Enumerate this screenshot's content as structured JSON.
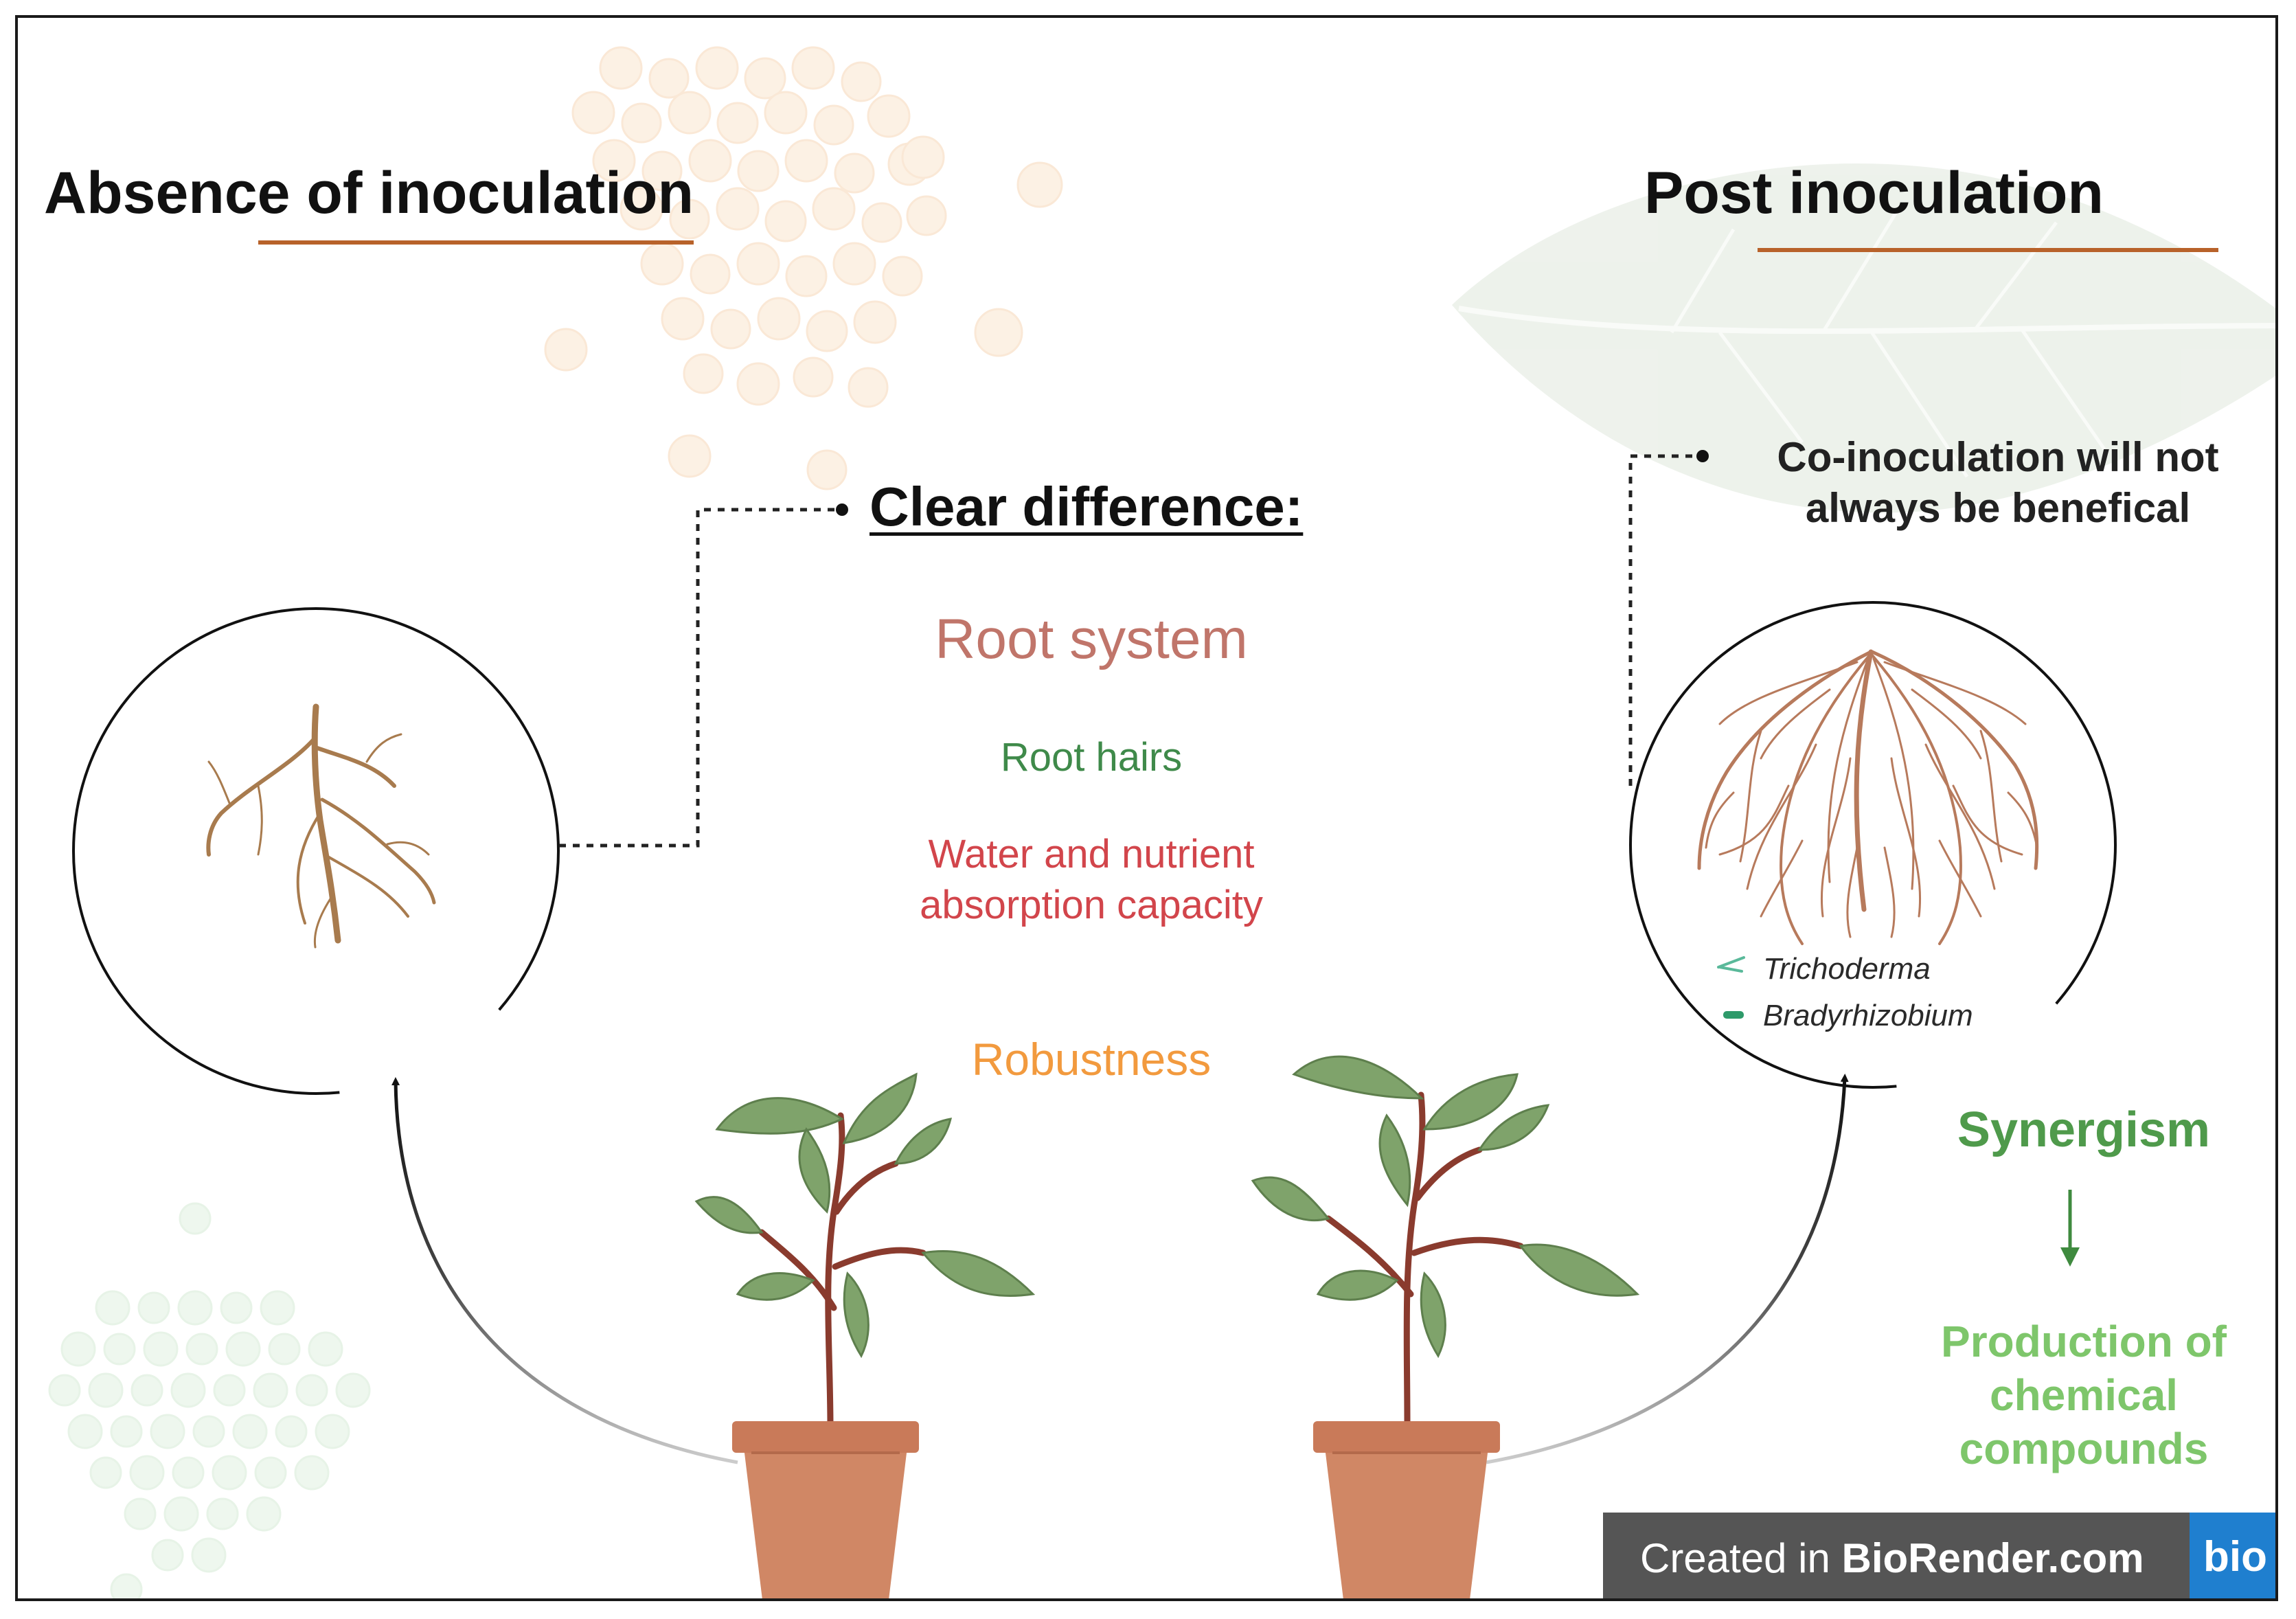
{
  "left_panel": {
    "title": "Absence of inoculation"
  },
  "right_panel": {
    "title": "Post inoculation",
    "note": "Co-inoculation will not always be benefical"
  },
  "differences": {
    "heading": "Clear difference:",
    "items": [
      {
        "label": "Root system",
        "color": "#c0756a"
      },
      {
        "label": "Root hairs",
        "color": "#3f8a4a"
      },
      {
        "label": "Water and nutrient absorption capacity",
        "color": "#d2454b"
      },
      {
        "label": "Robustness",
        "color": "#f29a3e"
      }
    ]
  },
  "legend": [
    {
      "label": "Trichoderma",
      "icon": "trichoderma-hypha-icon",
      "color": "#5ab99a"
    },
    {
      "label": "Bradyrhizobium",
      "icon": "bradyrhizobium-rod-icon",
      "color": "#2e9a6a"
    }
  ],
  "outcome": {
    "synergism": "Synergism",
    "production": "Production of chemical compounds"
  },
  "badge": {
    "prefix": "Created in ",
    "brand": "BioRender.com",
    "logo": "bio",
    "logo_color": "#1f7fcf"
  },
  "colors": {
    "title_underline": "#b8622a",
    "root_left": "#a87b4e",
    "root_right": "#b77a5c",
    "pot": "#d08765",
    "leaf": "#7fa36b",
    "stem": "#8a3b2e"
  }
}
